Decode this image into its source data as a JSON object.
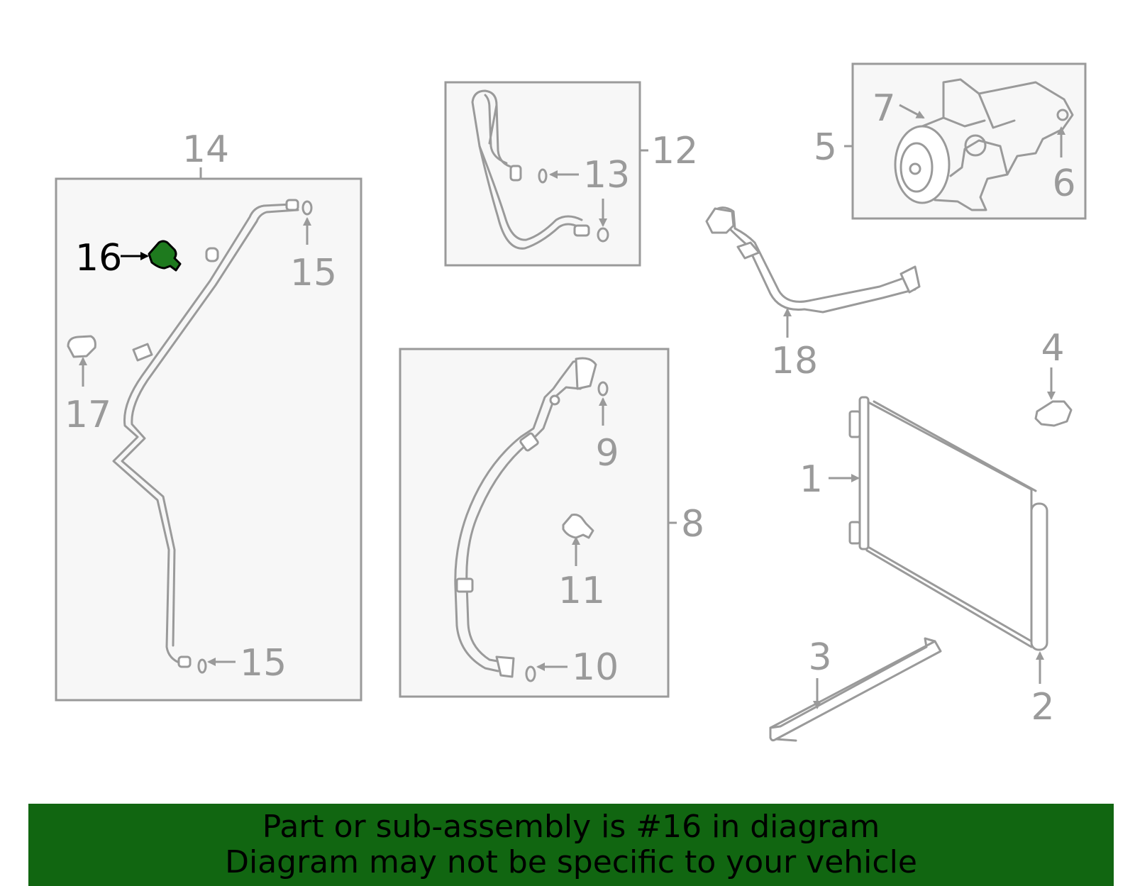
{
  "diagram": {
    "highlight_color": "#1e7a1e",
    "line_color": "#9a9a9a",
    "callouts": {
      "c1": "1",
      "c2": "2",
      "c3": "3",
      "c4": "4",
      "c5": "5",
      "c6": "6",
      "c7": "7",
      "c8": "8",
      "c9": "9",
      "c10": "10",
      "c11": "11",
      "c12": "12",
      "c13": "13",
      "c14": "14",
      "c15a": "15",
      "c15b": "15",
      "c16": "16",
      "c17": "17",
      "c18": "18"
    }
  },
  "banner": {
    "color": "#116611",
    "line1": "Part or sub-assembly is #16 in diagram",
    "line2": "Diagram may not be specific to your vehicle"
  }
}
